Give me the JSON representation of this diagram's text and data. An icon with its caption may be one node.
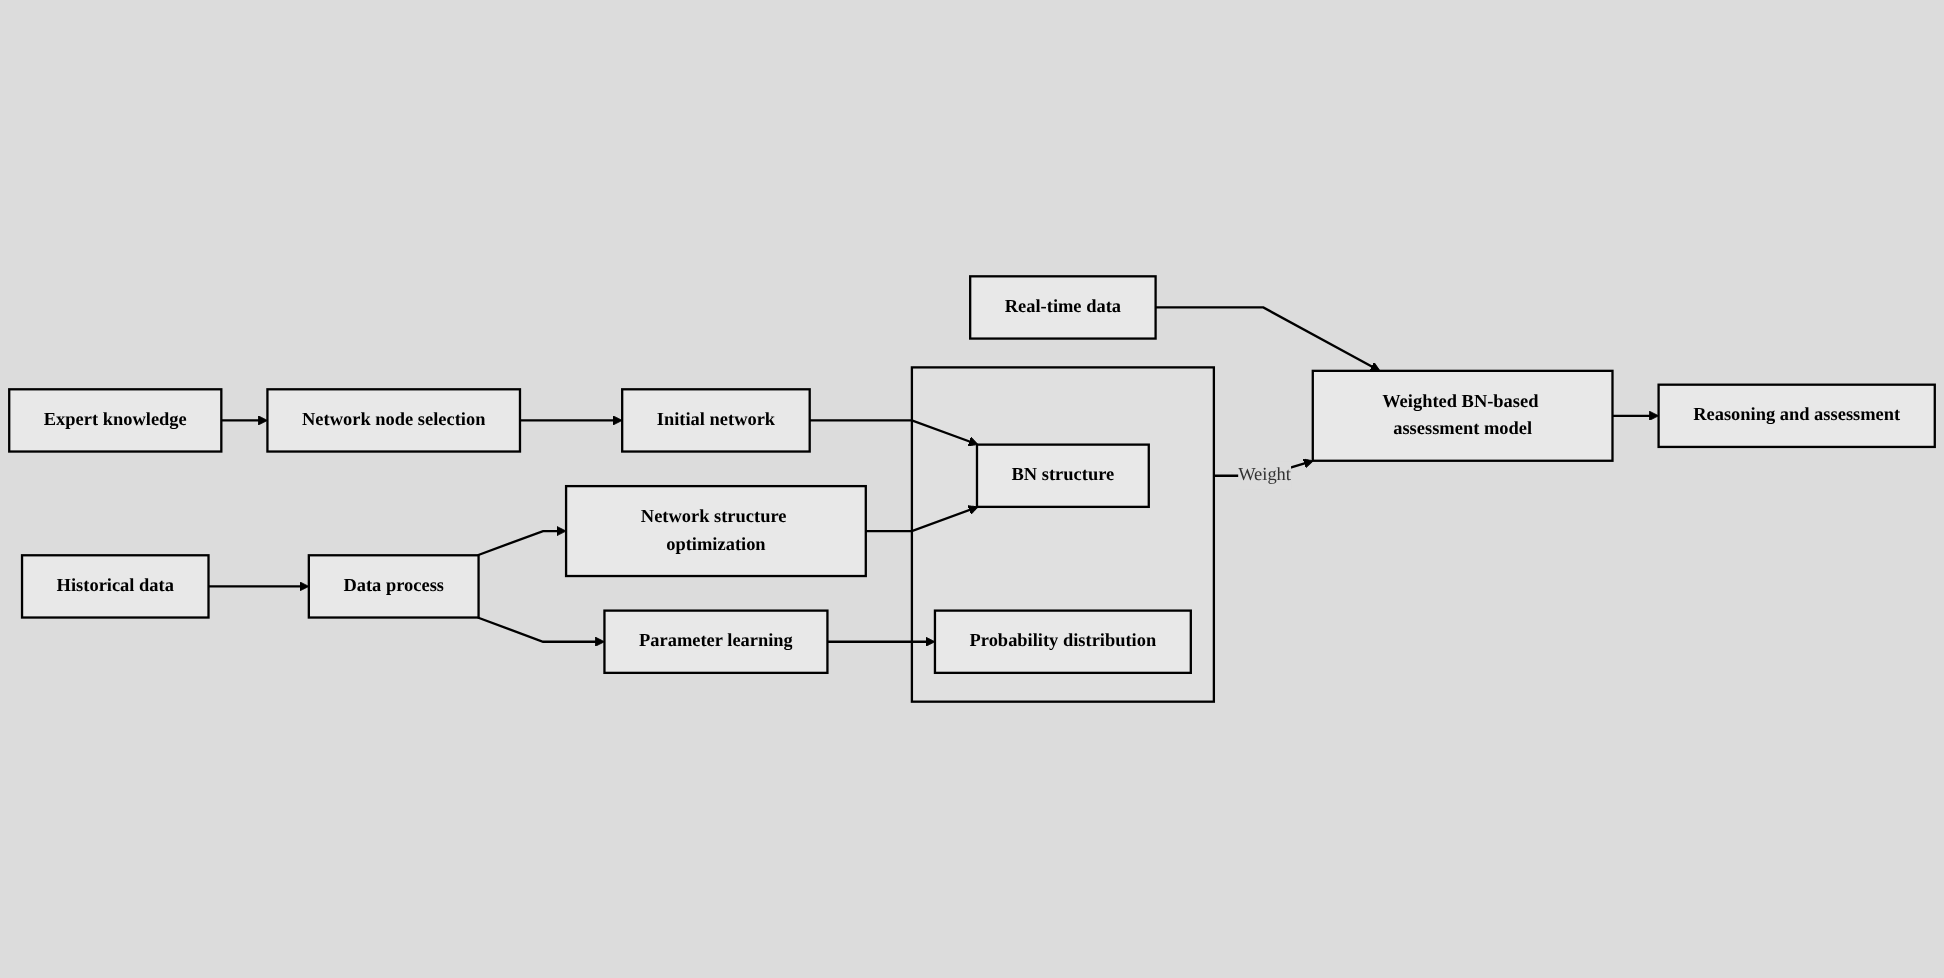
{
  "diagram": {
    "nodes": [
      {
        "text": [
          "Expert knowledge"
        ]
      },
      {
        "text": [
          "Network node selection"
        ]
      },
      {
        "text": [
          "Initial network"
        ]
      },
      {
        "text": [],
        "shape": "box"
      },
      {
        "text": [
          "BN structure"
        ],
        "in": 3
      },
      {
        "text": [
          "Probability distribution"
        ],
        "in": 3
      },
      {
        "text": [
          "Historical data"
        ]
      },
      {
        "text": [
          "Data process"
        ]
      },
      {
        "text": [
          "Network structure optimization"
        ]
      },
      {
        "text": [
          "Parameter learning"
        ]
      },
      {
        "text": [
          "Real-time data"
        ]
      },
      {
        "text": [
          "Weighted BN-based assessment model"
        ]
      },
      {
        "text": [
          "Reasoning and assessment"
        ]
      }
    ],
    "edges": [
      {
        "from": 0,
        "to": 1,
        "arrow": "to"
      },
      {
        "from": 1,
        "to": 2,
        "arrow": "to"
      },
      {
        "from": 2,
        "to": 4,
        "arrow": "to"
      },
      {
        "from": 8,
        "to": 4,
        "arrow": "to"
      },
      {
        "from": 6,
        "to": 7,
        "arrow": "to"
      },
      {
        "from": 7,
        "to": 8,
        "arrow": "to"
      },
      {
        "from": 7,
        "to": 9,
        "arrow": "to"
      },
      {
        "from": 9,
        "to": 5,
        "arrow": "to"
      },
      {
        "from": 3,
        "to": 11,
        "arrow": "to",
        "label": "Weight"
      },
      {
        "from": 10,
        "to": 11,
        "arrow": "to"
      },
      {
        "from": 11,
        "to": 12,
        "arrow": "to"
      }
    ]
  }
}
